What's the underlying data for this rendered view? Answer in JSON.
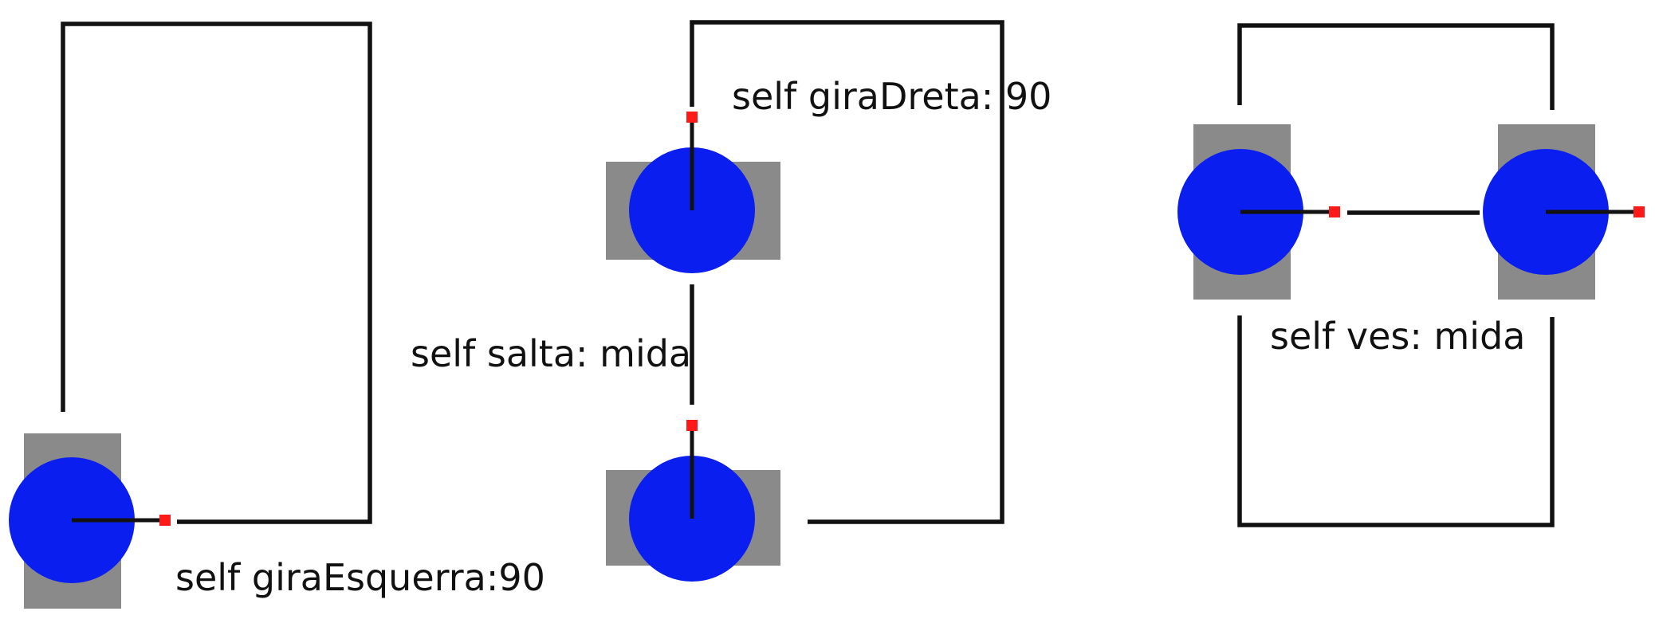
{
  "labels": {
    "turn_left": "self giraEsquerra:90",
    "turn_right": "self giraDreta: 90",
    "jump": "self salta: mida",
    "goto": "self ves: mida"
  },
  "colors": {
    "path": "#111111",
    "robot_body": "#8a8a8a",
    "robot_disc": "#0a1ef0",
    "pen_tip": "#ff1a1a",
    "background": "#ffffff"
  }
}
